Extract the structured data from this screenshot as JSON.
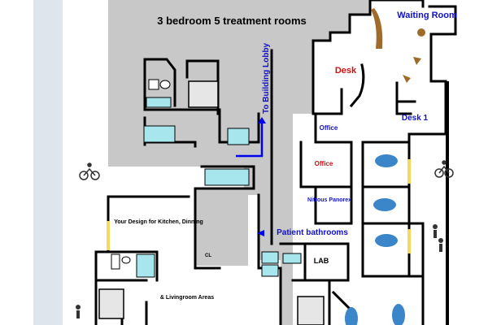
{
  "title": "3 bedroom 5 treatment rooms",
  "rooms": {
    "waiting_room": "Waiting Room",
    "desk_main": "Desk",
    "desk_1": "Desk 1",
    "office_1": "Office",
    "office_2": "Office",
    "nitrous": "Nitrous Panorex",
    "lab": "LAB",
    "kitchen": "Your Design for Kitchen, Dinning",
    "livingroom": "& Livingroom Areas",
    "closet": "CL"
  },
  "directions": {
    "building_lobby": "To Building Lobby",
    "patient_bathrooms": "Patient bathrooms"
  },
  "colors": {
    "wall": "#000000",
    "corridor": "#c8c8c8",
    "sidewalk": "#dfe5ec",
    "fixture": "#a8e6ee",
    "bed": "#e6e6e6",
    "chair": "#3a86c8",
    "furniture": "#a06a2a",
    "arrow": "#0000ee",
    "label_red": "#d01010",
    "label_blue": "#1010d0",
    "window": "#f6d860"
  },
  "icons": [
    "bicycle-icon",
    "pedestrian-icon",
    "dental-chair-icon"
  ]
}
